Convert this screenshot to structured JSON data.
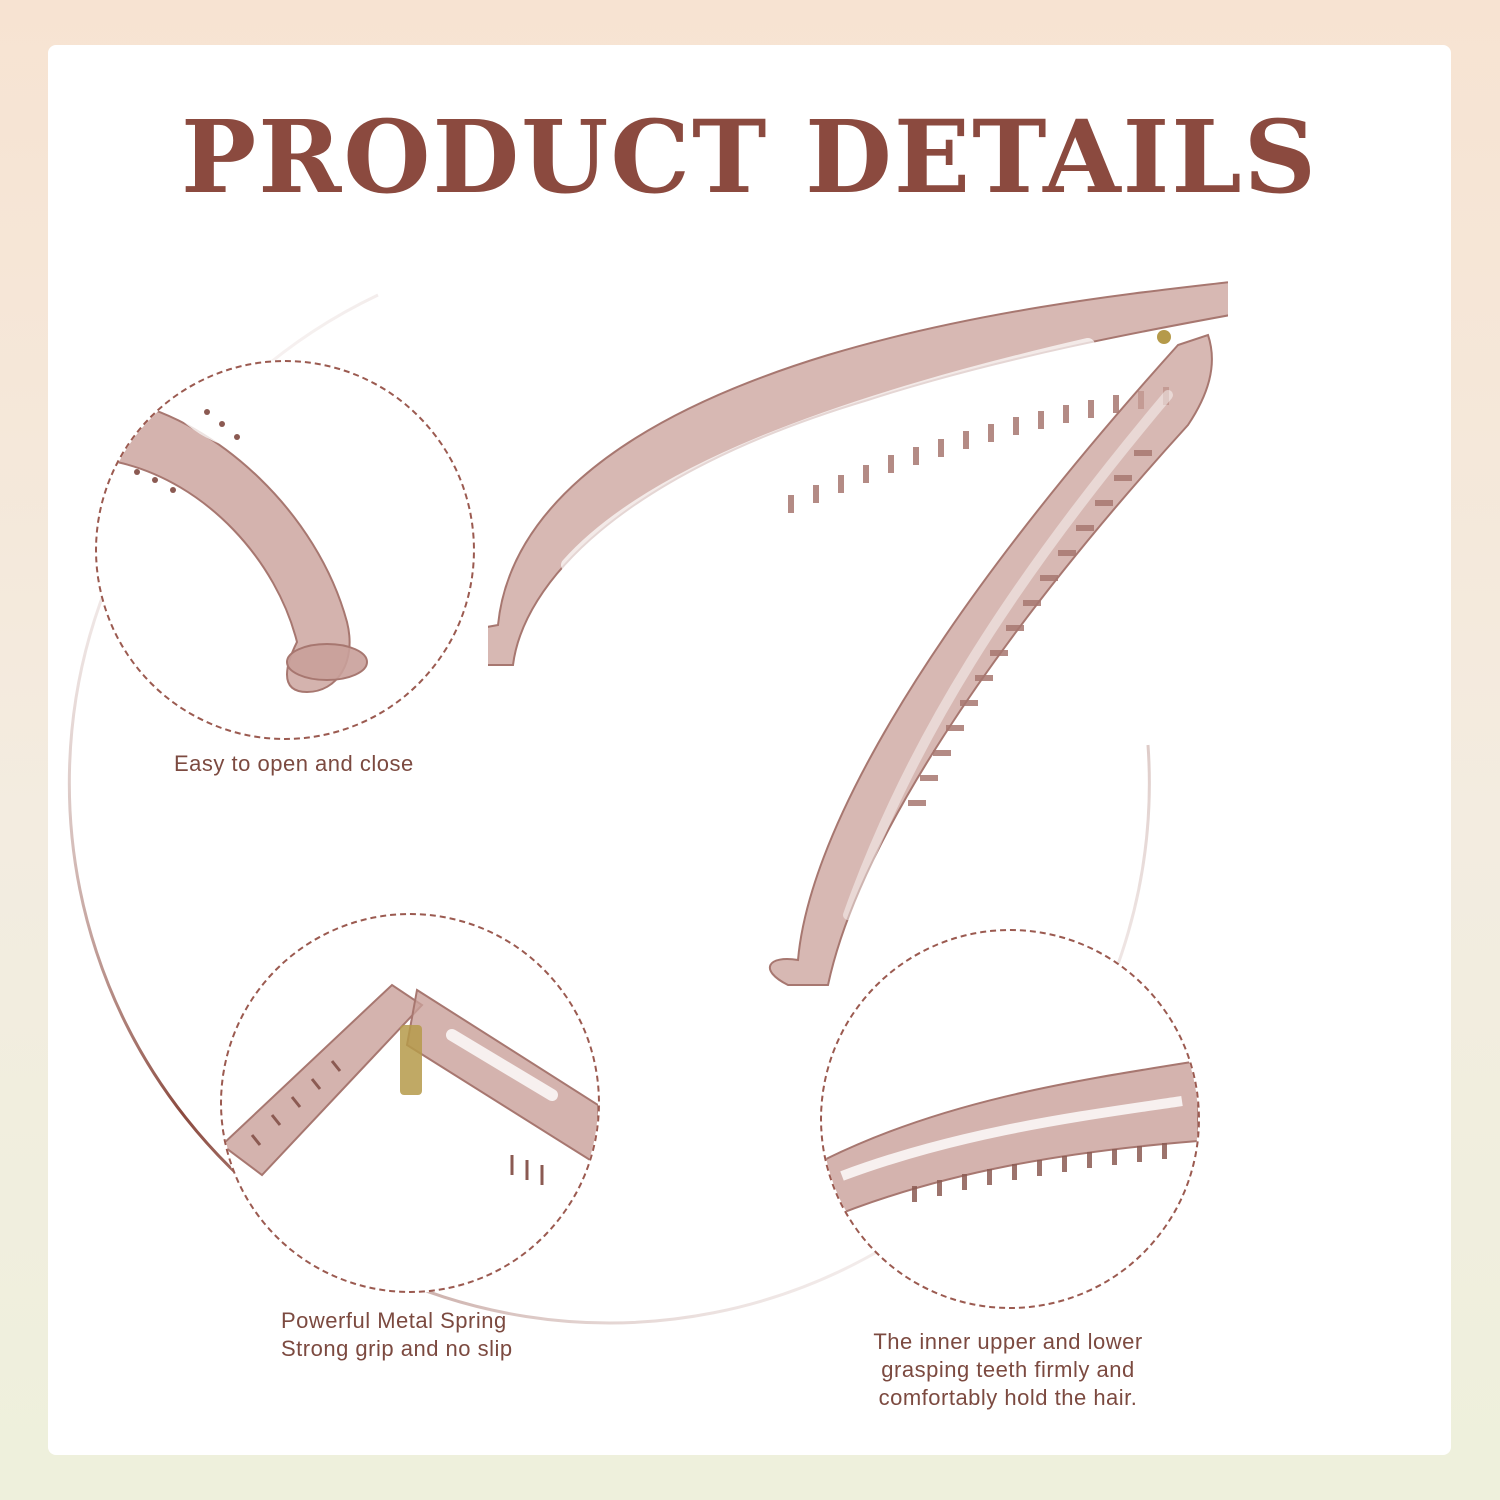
{
  "title": "PRODUCT DETAILS",
  "colors": {
    "title": "#8b4a3f",
    "caption": "#7c4a40",
    "arc": "#8b4a3f",
    "clip_fill": "#c9a09a",
    "clip_edge": "#a77770",
    "background_top": "#f7e3d2",
    "background_bottom": "#eef0dc"
  },
  "features": [
    {
      "icon": "clip-hook-detail-icon",
      "lines": [
        "Easy to open and close"
      ]
    },
    {
      "icon": "metal-spring-detail-icon",
      "lines": [
        "Powerful Metal Spring",
        "Strong grip and no slip"
      ]
    },
    {
      "icon": "clip-teeth-detail-icon",
      "lines": [
        "The inner upper and lower",
        "grasping teeth firmly and",
        "comfortably hold the hair."
      ]
    }
  ],
  "product_icon": "banana-hair-clip-icon"
}
